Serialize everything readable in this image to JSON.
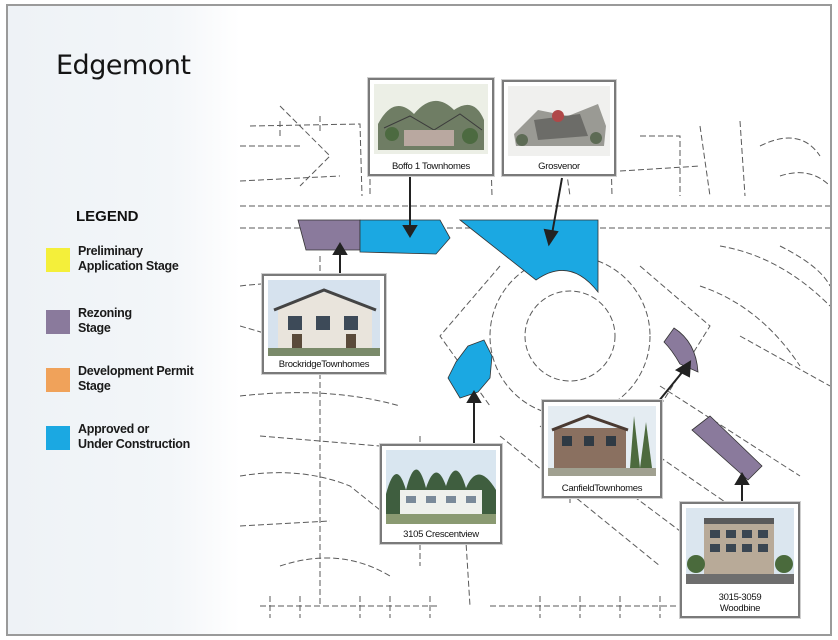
{
  "title": "Edgemont",
  "legend": {
    "heading": "LEGEND",
    "items": [
      {
        "label": "Preliminary\nApplication Stage",
        "color": "#f4ef3a"
      },
      {
        "label": "Rezoning\nStage",
        "color": "#8a7a9c"
      },
      {
        "label": "Development Permit\nStage",
        "color": "#f0a25a"
      },
      {
        "label": "Approved or\nUnder Construction",
        "color": "#1ba8e2"
      }
    ]
  },
  "developments": [
    {
      "name": "Boffo 1 Townhomes",
      "stage": "Approved or Under Construction",
      "photo": "townhome-sketch"
    },
    {
      "name": "Grosvenor",
      "stage": "Approved or Under Construction",
      "photo": "building-sketch"
    },
    {
      "name": "BrockridgeTownhomes",
      "stage": "Rezoning Stage",
      "photo": "townhome-photo"
    },
    {
      "name": "3105 Crescentview",
      "stage": "Approved or Under Construction",
      "photo": "apartment-photo"
    },
    {
      "name": "CanfieldTownhomes",
      "stage": "Rezoning Stage",
      "photo": "townhome-photo"
    },
    {
      "name": "3015-3059\nWoodbine",
      "stage": "Rezoning Stage",
      "photo": "apartment-photo"
    }
  ],
  "colors": {
    "approved": "#1ba8e2",
    "rezoning": "#8a7a9c",
    "street_lines": "#555555",
    "card_border": "#7a7a7a"
  }
}
